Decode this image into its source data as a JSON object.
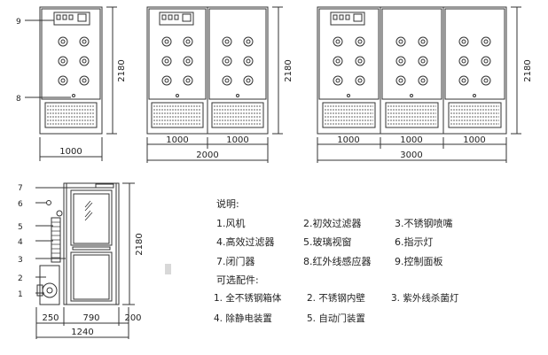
{
  "dimensions": {
    "height": "2180",
    "width_1000": "1000",
    "width_2000": "2000",
    "width_3000": "3000",
    "side_250": "250",
    "side_790": "790",
    "side_200": "200",
    "side_1240": "1240"
  },
  "callouts_front": [
    "9",
    "8"
  ],
  "callouts_side": [
    "7",
    "6",
    "5",
    "4",
    "3",
    "2",
    "1"
  ],
  "legend": {
    "title": "说明:",
    "items": [
      "1.风机",
      "2.初效过滤器",
      "3.不锈钢喷嘴",
      "4.高效过滤器",
      "5.玻璃视窗",
      "6.指示灯",
      "7.闭门器",
      "8.红外线感应器",
      "9.控制面板"
    ],
    "options_title": "可选配件:",
    "options": [
      "1. 全不锈钢箱体",
      "2. 不锈钢内壁",
      "3. 紫外线杀菌灯",
      "4. 除静电装置",
      "5. 自动门装置"
    ]
  }
}
